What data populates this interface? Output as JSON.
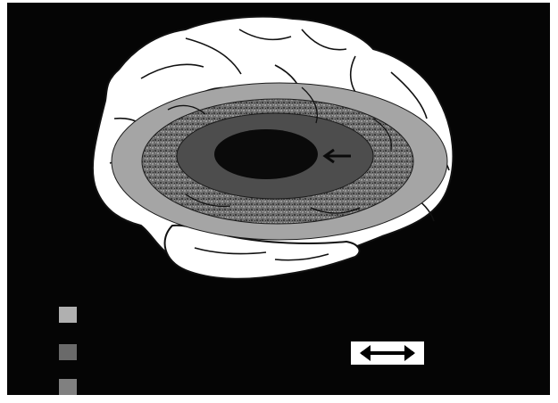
{
  "figure": {
    "background_color": "#050505",
    "brain_color": "#ffffff",
    "rings": [
      {
        "name": "outer-ring",
        "color": "#a5a5a5"
      },
      {
        "name": "middle-ring",
        "color": "#6f6f6f"
      },
      {
        "name": "inner-ring",
        "color": "#4d4d4d"
      },
      {
        "name": "core",
        "color": "#0a0a0a"
      }
    ]
  },
  "legend": {
    "items": [
      {
        "swatch": "#b0b0b0",
        "label": ""
      },
      {
        "swatch": "#6a6a6a",
        "label": ""
      },
      {
        "swatch": "#808080",
        "label": ""
      }
    ],
    "arrow_icon": "double-headed-arrow-icon",
    "arrow_label": ""
  }
}
